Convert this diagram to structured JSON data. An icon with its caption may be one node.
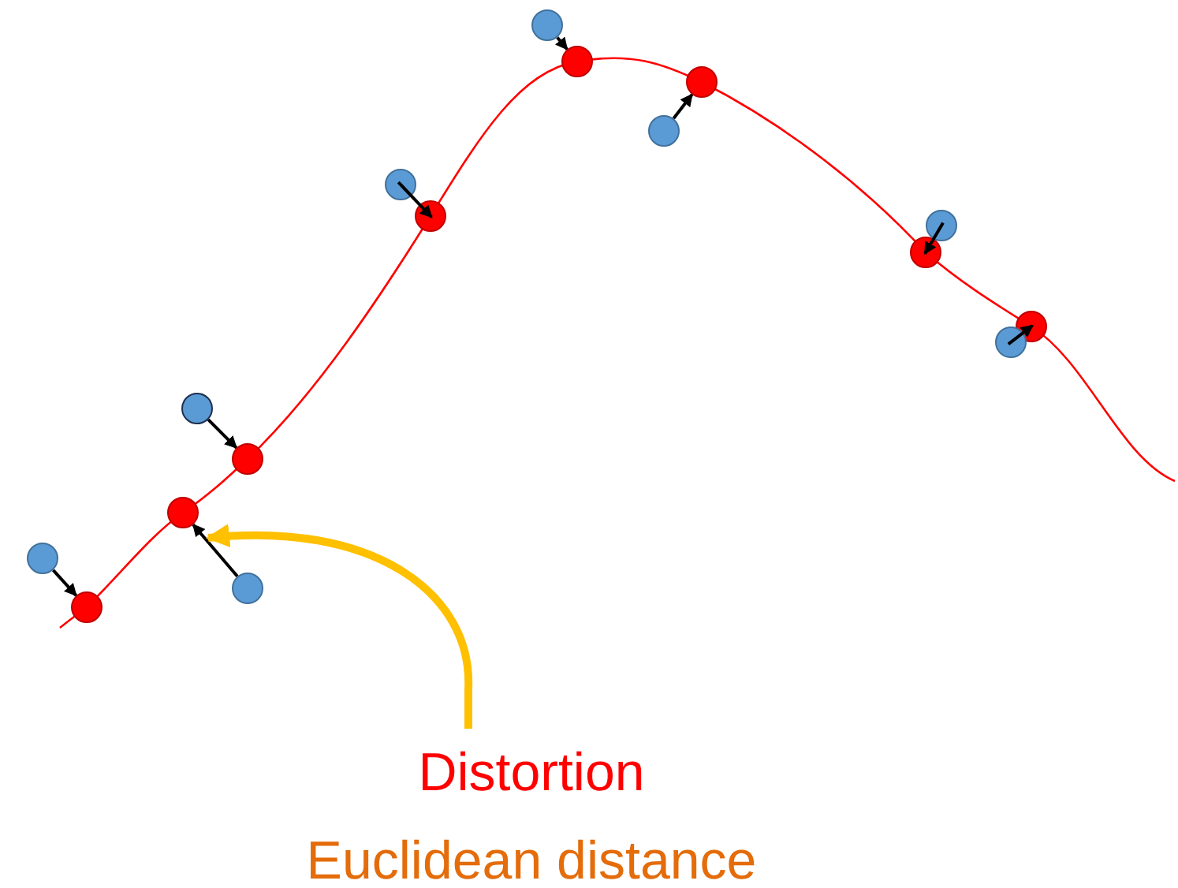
{
  "diagram": {
    "nodes": [
      {
        "text": [],
        "shape": "circle"
      },
      {
        "text": [],
        "shape": "circle"
      },
      {
        "text": [],
        "shape": "circle"
      },
      {
        "text": [],
        "shape": "circle"
      },
      {
        "text": [],
        "shape": "circle"
      },
      {
        "text": [],
        "shape": "circle"
      },
      {
        "text": [],
        "shape": "circle"
      },
      {
        "text": [],
        "shape": "circle"
      },
      {
        "text": [],
        "shape": "circle"
      },
      {
        "text": [],
        "shape": "circle"
      },
      {
        "text": [],
        "shape": "circle"
      },
      {
        "text": [],
        "shape": "circle"
      },
      {
        "text": [],
        "shape": "circle"
      },
      {
        "text": [],
        "shape": "circle"
      },
      {
        "text": [],
        "shape": "circle"
      },
      {
        "text": [],
        "shape": "circle"
      },
      {
        "text": [
          "Distortion",
          "Euclidean distance"
        ]
      }
    ],
    "edges": [
      {
        "from": 8,
        "to": 0,
        "arrow": "to"
      },
      {
        "from": 9,
        "to": 2,
        "arrow": "to"
      },
      {
        "from": 10,
        "to": 1,
        "arrow": "to"
      },
      {
        "from": 11,
        "to": 3,
        "arrow": "to"
      },
      {
        "from": 12,
        "to": 4,
        "arrow": "to"
      },
      {
        "from": 13,
        "to": 5,
        "arrow": "to"
      },
      {
        "from": 14,
        "to": 6,
        "arrow": "to"
      },
      {
        "from": 15,
        "to": 7,
        "arrow": "to"
      },
      {
        "from": 16,
        "to": 1,
        "arrow": "to",
        "style": "thick",
        "color": "#ffc000"
      }
    ]
  }
}
